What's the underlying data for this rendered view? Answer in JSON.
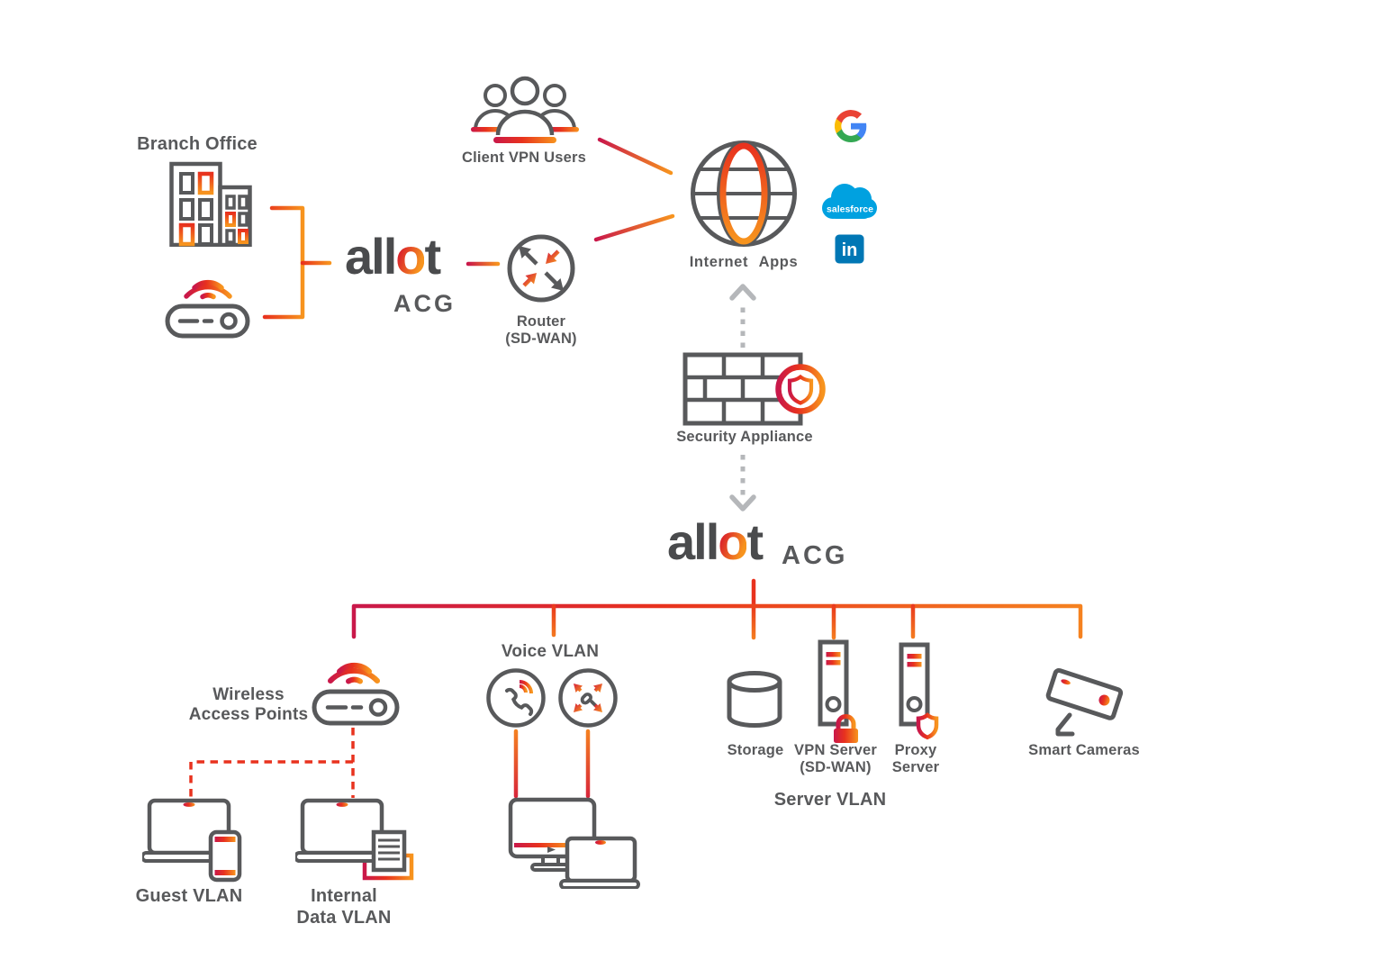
{
  "title": "Allot ACG network diagram",
  "colors": {
    "icon_gray": "#58595b",
    "crimson": "#c9184a",
    "red": "#e8321e",
    "orange": "#f7941e",
    "dash_gray": "#b5b7ba",
    "salesforce_blue": "#00a1e0",
    "linkedin_blue": "#0077b5"
  },
  "branch_office": {
    "label": "Branch Office"
  },
  "client_vpn_users": {
    "label": "Client VPN Users"
  },
  "router": {
    "label_line1": "Router",
    "label_line2": "(SD-WAN)"
  },
  "internet_apps": {
    "label": "Internet Apps"
  },
  "apps": {
    "google_letter": "G",
    "salesforce_text": "salesforce",
    "linkedin_text": "in"
  },
  "security_appliance": {
    "label": "Security Appliance"
  },
  "logo_top": {
    "part1": "all",
    "part2": "o",
    "part3": "t",
    "sub": "ACG"
  },
  "logo_center": {
    "part1": "all",
    "part2": "o",
    "part3": "t",
    "sub": "ACG"
  },
  "wireless_access_points": {
    "label_line1": "Wireless",
    "label_line2": "Access Points"
  },
  "voice_vlan": {
    "label": "Voice VLAN"
  },
  "guest_vlan": {
    "label": "Guest VLAN"
  },
  "internal_data_vlan": {
    "label_line1": "Internal",
    "label_line2": "Data VLAN"
  },
  "storage": {
    "label": "Storage"
  },
  "vpn_server": {
    "label_line1": "VPN Server",
    "label_line2": "(SD-WAN)"
  },
  "proxy_server": {
    "label_line1": "Proxy",
    "label_line2": "Server"
  },
  "server_vlan": {
    "label": "Server VLAN"
  },
  "smart_cameras": {
    "label": "Smart Cameras"
  },
  "icons": [
    "office-buildings-icon",
    "wifi-router-icon",
    "vpn-users-icon",
    "router-arrows-icon",
    "globe-icon",
    "google-icon",
    "salesforce-icon",
    "linkedin-icon",
    "firewall-icon",
    "shield-badge-icon",
    "access-point-icon",
    "voice-phone-icon",
    "voice-conference-icon",
    "laptop-icon",
    "smartphone-icon",
    "printer-icon",
    "monitor-icon",
    "storage-cylinder-icon",
    "server-tower-lock-icon",
    "server-tower-shield-icon",
    "cctv-camera-icon"
  ]
}
